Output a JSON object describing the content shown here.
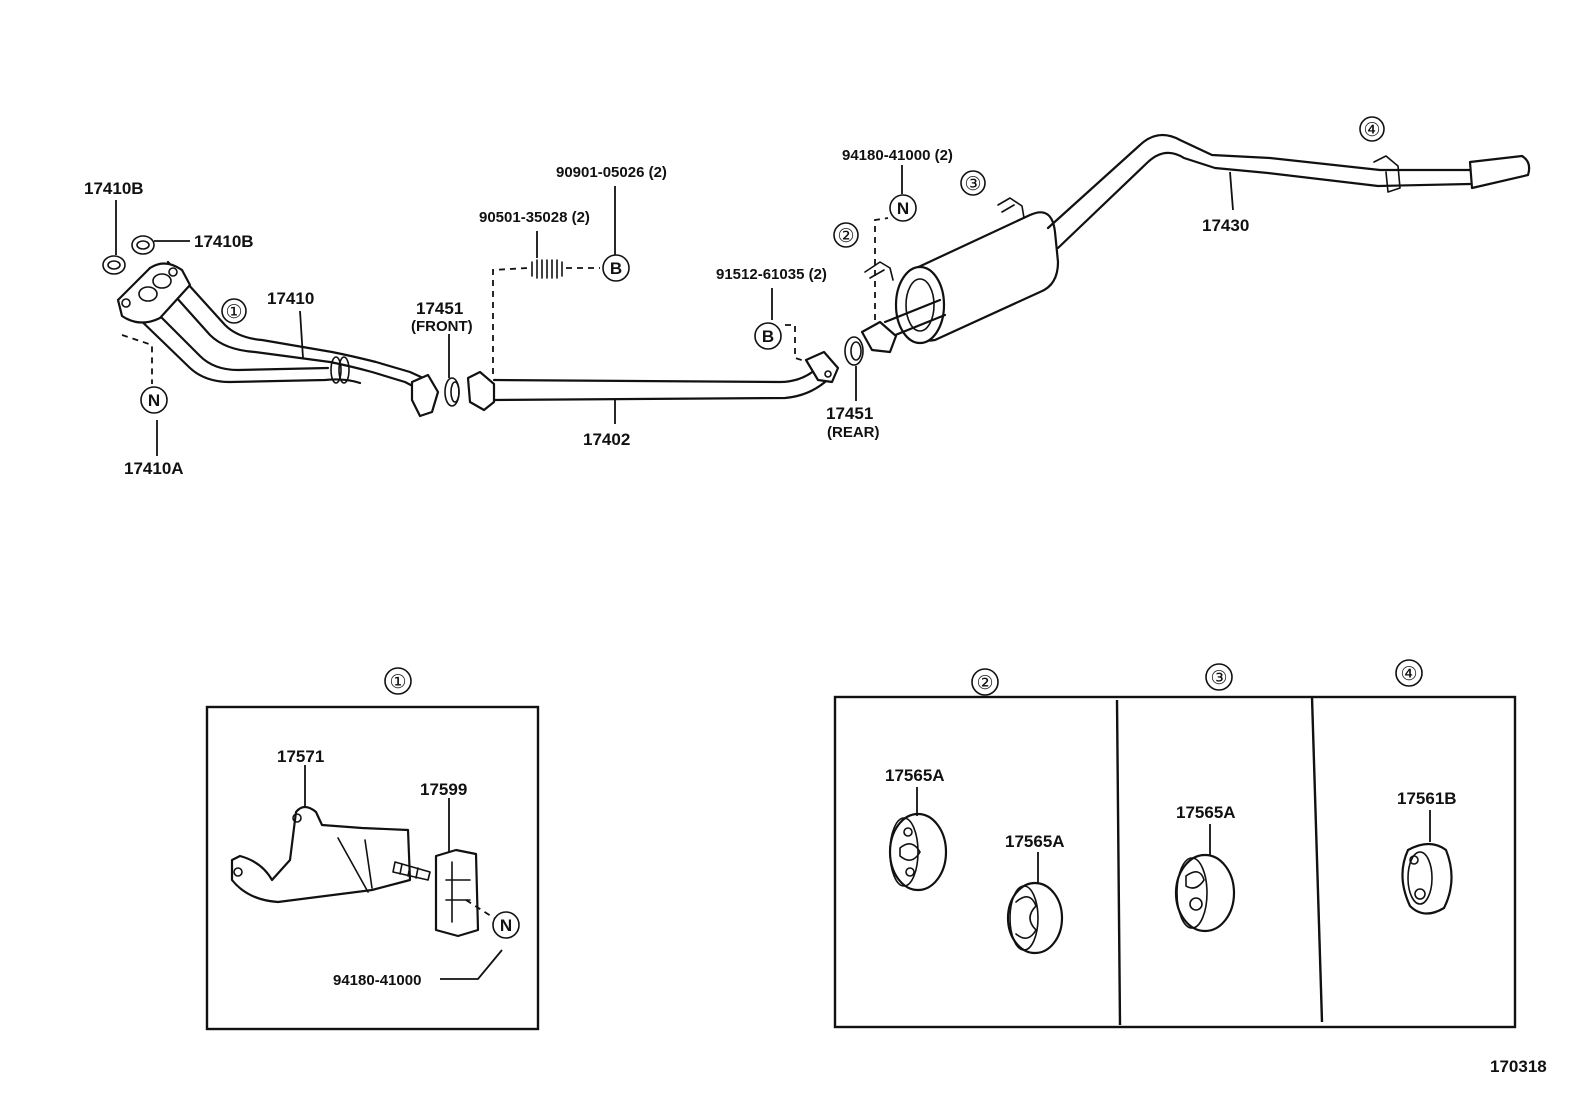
{
  "labels": {
    "p17410B_top": "17410B",
    "p17410B_side": "17410B",
    "p17410": "17410",
    "p17410A": "17410A",
    "p17451_front_num": "17451",
    "p17451_front_tag": "(FRONT)",
    "p90501": "90501-35028 (2)",
    "p90901": "90901-05026 (2)",
    "p17402": "17402",
    "p91512": "91512-61035 (2)",
    "p17451_rear_num": "17451",
    "p17451_rear_tag": "(REAR)",
    "p94180_top": "94180-41000 (2)",
    "p17430": "17430",
    "p17571": "17571",
    "p17599": "17599",
    "p94180_detail": "94180-41000",
    "p17565A_a": "17565A",
    "p17565A_b": "17565A",
    "p17565A_c": "17565A",
    "p17561B": "17561B",
    "figure_number": "170318"
  },
  "markers": {
    "one": "①",
    "two": "②",
    "three": "③",
    "four": "④",
    "N": "N",
    "B": "B"
  }
}
